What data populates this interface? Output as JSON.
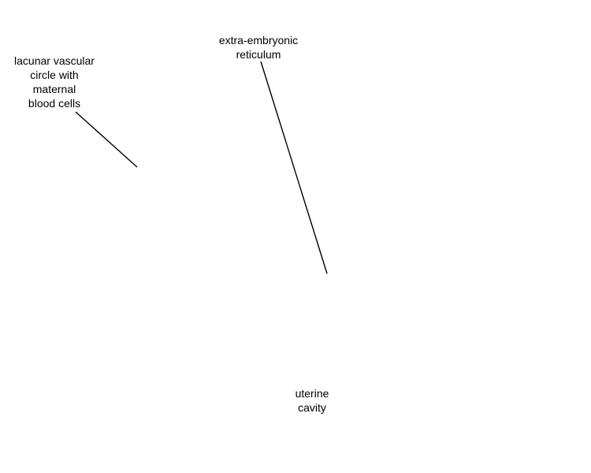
{
  "labels": {
    "lacunar": [
      "lacunar vascular",
      "circle with",
      "maternal",
      "blood cells"
    ],
    "extra_embryonic": [
      "extra-embryonic",
      "reticulum"
    ],
    "uterine": [
      "uterine",
      "cavity"
    ]
  },
  "colors": {
    "background": "#ffffff",
    "text": "#000000",
    "leader_line": "#000000"
  }
}
